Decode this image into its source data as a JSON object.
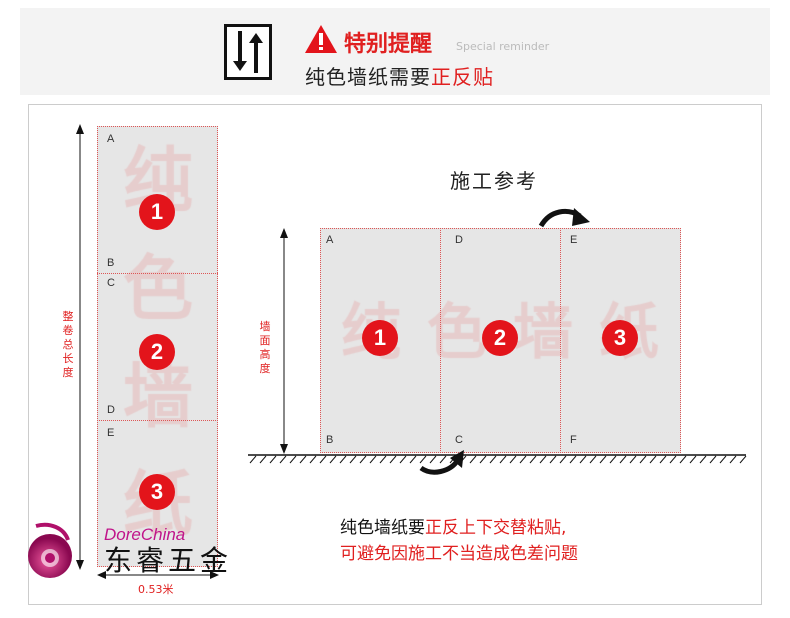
{
  "header": {
    "title": "特别提醒",
    "subtitle": "Special reminder",
    "line_prefix": "纯色墙纸需要",
    "line_emphasis": "正反贴"
  },
  "strip": {
    "vertical_label": "整卷总长度",
    "width_label": "0.53米",
    "letters": [
      "A",
      "B",
      "C",
      "D",
      "E"
    ],
    "numbers": [
      "1",
      "2",
      "3"
    ],
    "watermark": "纯色墙纸"
  },
  "wall": {
    "title": "施工参考",
    "height_label": "墙面高度",
    "top_letters": [
      "A",
      "D",
      "E"
    ],
    "bottom_letters": [
      "B",
      "C",
      "F"
    ],
    "numbers": [
      "1",
      "2",
      "3"
    ],
    "watermark": "纯色墙纸"
  },
  "note": {
    "line1_prefix": "纯色墙纸要",
    "line1_emphasis": "正反上下交替粘贴,",
    "line2": "可避免因施工不当造成色差问题"
  },
  "logo": {
    "brand_en": "DoreChina",
    "brand_cn": "东睿五金"
  },
  "colors": {
    "accent": "#e3141b",
    "sheet": "#e6e6e6"
  }
}
